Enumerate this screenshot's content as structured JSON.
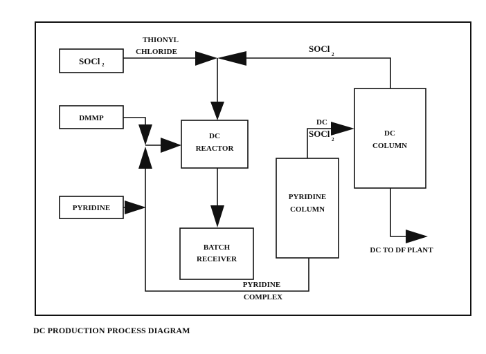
{
  "diagram": {
    "boxes": {
      "socl2_source": {
        "text": "SOCl",
        "subscript": "2"
      },
      "dmmp": "DMMP",
      "pyridine_feed": "PYRIDINE",
      "dc_reactor": [
        "DC",
        "REACTOR"
      ],
      "batch_receiver": [
        "BATCH",
        "RECEIVER"
      ],
      "pyridine_column": [
        "PYRIDINE",
        "COLUMN"
      ],
      "dc_column": [
        "DC",
        "COLUMN"
      ]
    },
    "labels": {
      "thionyl_chloride": [
        "THIONYL",
        "CHLORIDE"
      ],
      "socl2_recycle": {
        "text": "SOCl",
        "subscript": "2"
      },
      "dc_stream": "DC",
      "socl2_stream": {
        "text": "SOCl",
        "subscript": "2"
      },
      "dc_to_df_plant": "DC TO DF PLANT",
      "pyridine_complex": [
        "PYRIDINE",
        "COMPLEX"
      ]
    }
  },
  "caption": "DC PRODUCTION PROCESS DIAGRAM"
}
